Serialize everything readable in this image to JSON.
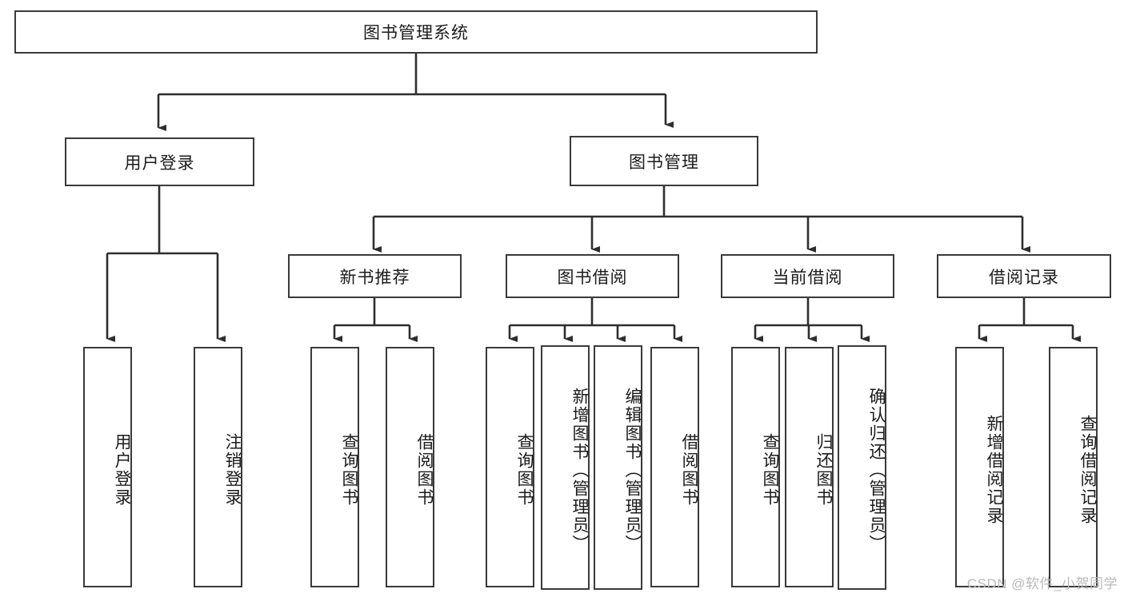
{
  "diagram": {
    "title": "图书管理系统",
    "type": "tree-hierarchy-chart",
    "root": {
      "label": "图书管理系统"
    },
    "level2": [
      {
        "label": "用户登录"
      },
      {
        "label": "图书管理"
      }
    ],
    "level3": [
      {
        "label": "新书推荐"
      },
      {
        "label": "图书借阅"
      },
      {
        "label": "当前借阅"
      },
      {
        "label": "借阅记录"
      }
    ],
    "leaves": {
      "user_login": [
        {
          "label": "用户登录"
        },
        {
          "label": "注销登录"
        }
      ],
      "new_book_recommend": [
        {
          "label": "查询图书"
        },
        {
          "label": "借阅图书"
        }
      ],
      "book_borrow": [
        {
          "label": "查询图书"
        },
        {
          "label": "新增图书（管理员）"
        },
        {
          "label": "编辑图书（管理员）"
        },
        {
          "label": "借阅图书"
        }
      ],
      "current_borrow": [
        {
          "label": "查询图书"
        },
        {
          "label": "归还图书"
        },
        {
          "label": "确认归还（管理员）"
        }
      ],
      "borrow_record": [
        {
          "label": "新增借阅记录"
        },
        {
          "label": "查询借阅记录"
        }
      ]
    },
    "watermark": "CSDN @软件_小贺同学",
    "colors": {
      "stroke": "#3a3a3a",
      "text": "#1b1b1b",
      "background": "#ffffff",
      "watermark": "#b9b9b9"
    }
  }
}
